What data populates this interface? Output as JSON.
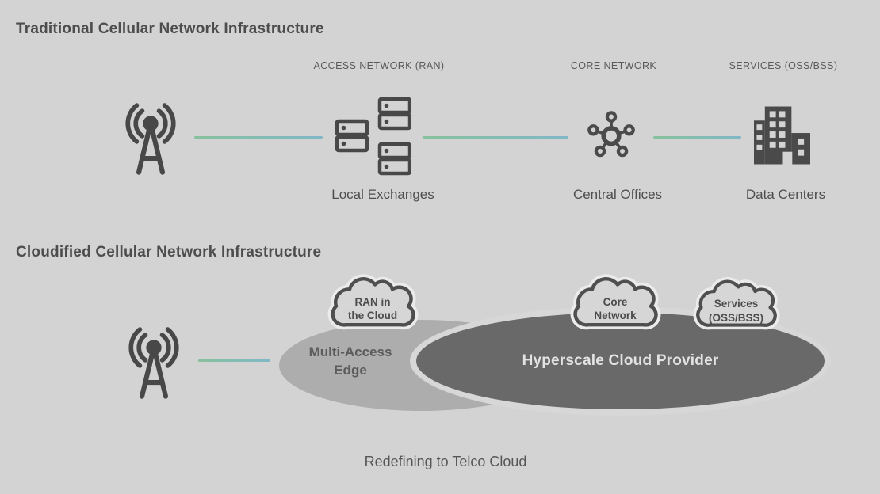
{
  "colors": {
    "background": "#d3d3d3",
    "ink": "#4a4a4a",
    "connector_gradient_start": "#87c19c",
    "connector_gradient_end": "#80b8c8",
    "edge_ellipse_fill": "#adadad",
    "provider_ellipse_fill": "#696969",
    "provider_halo": "#d7d7d7",
    "provider_text": "#e3e3e3",
    "cloud_fill": "#d6d6d6",
    "cloud_stroke": "#4f4f4f",
    "cloud_halo": "#ebebeb"
  },
  "traditional": {
    "title": "Traditional Cellular Network Infrastructure",
    "source_icon": "cell-tower-icon",
    "columns": [
      {
        "header": "ACCESS NETWORK (RAN)",
        "caption": "Local Exchanges",
        "icon": "server-rack-icon"
      },
      {
        "header": "CORE NETWORK",
        "caption": "Central Offices",
        "icon": "hub-network-icon"
      },
      {
        "header": "SERVICES (OSS/BSS)",
        "caption": "Data Centers",
        "icon": "buildings-icon"
      }
    ]
  },
  "cloudified": {
    "title": "Cloudified Cellular Network Infrastructure",
    "source_icon": "cell-tower-icon",
    "clouds": [
      {
        "label": "RAN in the Cloud",
        "line1": "RAN in",
        "line2": "the Cloud"
      },
      {
        "label": "Core Network",
        "line1": "Core",
        "line2": "Network"
      },
      {
        "label": "Services (OSS/BSS)",
        "line1": "Services",
        "line2": "(OSS/BSS)"
      }
    ],
    "edge_ellipse": {
      "label": "Multi-Access Edge",
      "line1": "Multi-Access",
      "line2": "Edge"
    },
    "provider_ellipse": {
      "label": "Hyperscale Cloud Provider"
    },
    "footer": "Redefining to Telco Cloud"
  }
}
